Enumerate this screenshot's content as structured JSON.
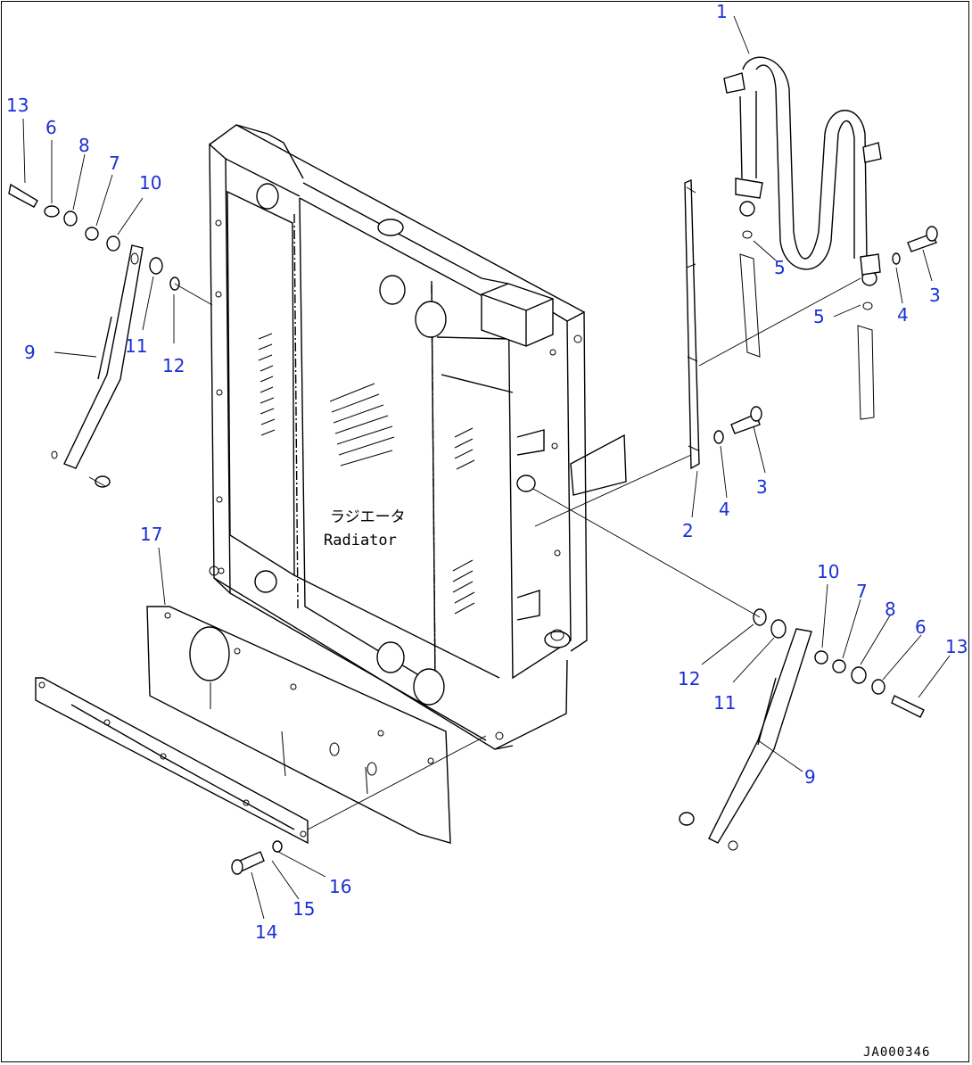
{
  "component_label": {
    "jp": "ラジエータ",
    "en": "Radiator"
  },
  "drawing_id": "JA000346",
  "callouts": {
    "c1": "1",
    "c2": "2",
    "c3a": "3",
    "c3b": "3",
    "c4a": "4",
    "c4b": "4",
    "c5a": "5",
    "c5b": "5",
    "c6l": "6",
    "c6r": "6",
    "c7l": "7",
    "c7r": "7",
    "c8l": "8",
    "c8r": "8",
    "c9l": "9",
    "c9r": "9",
    "c10l": "10",
    "c10r": "10",
    "c11l": "11",
    "c11r": "11",
    "c12l": "12",
    "c12r": "12",
    "c13l": "13",
    "c13r": "13",
    "c14": "14",
    "c15": "15",
    "c16": "16",
    "c17": "17"
  },
  "colors": {
    "callout": "#1a2fd6",
    "line": "#000000"
  }
}
